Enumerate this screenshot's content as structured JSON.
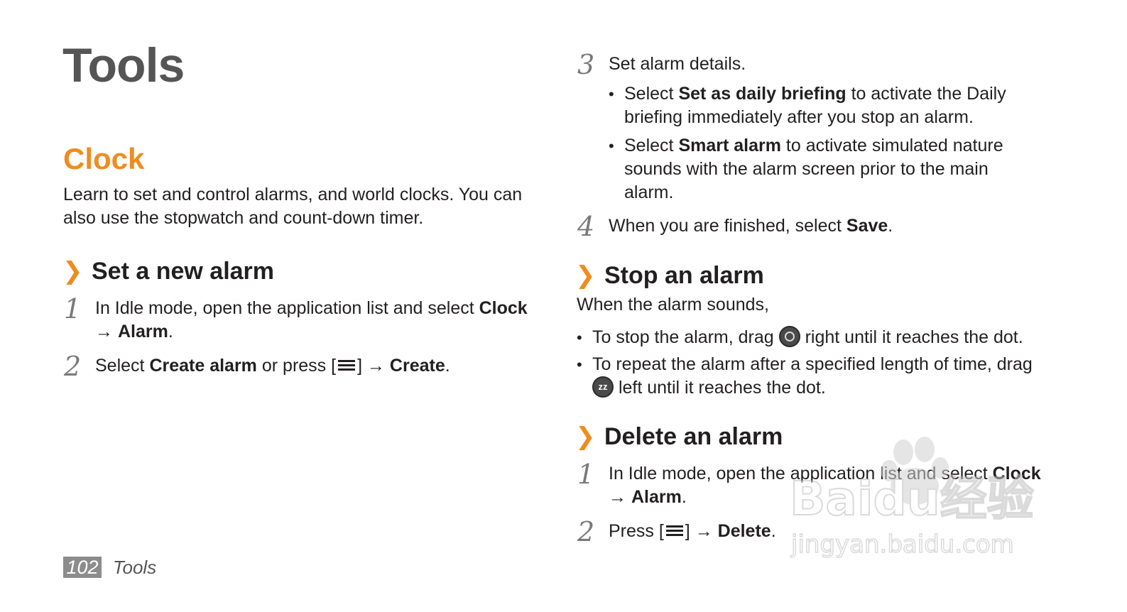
{
  "page_title": "Tools",
  "section_title": "Clock",
  "intro": "Learn to set and control alarms, and world clocks. You can also use the stopwatch and count-down timer.",
  "chevron": "❯",
  "set_alarm": {
    "title": "Set a new alarm",
    "step1": {
      "num": "1",
      "text": "In Idle mode, open the application list and select ",
      "b1": "Clock",
      "arrow": "→ ",
      "b2": "Alarm",
      "end": "."
    },
    "step2": {
      "num": "2",
      "t1": "Select ",
      "b1": "Create alarm",
      "t2": " or press [",
      "t3": "] → ",
      "b2": "Create",
      "end": "."
    },
    "step3": {
      "num": "3",
      "text": "Set alarm details."
    },
    "bullet1": {
      "t1": "Select ",
      "b1": "Set as daily briefing",
      "t2": " to activate the Daily briefing immediately after you stop an alarm."
    },
    "bullet2": {
      "t1": "Select ",
      "b1": "Smart alarm",
      "t2": " to activate simulated nature sounds with the alarm screen prior to the main alarm."
    },
    "step4": {
      "num": "4",
      "t1": "When you are finished, select ",
      "b1": "Save",
      "end": "."
    }
  },
  "stop_alarm": {
    "title": "Stop an alarm",
    "intro": "When the alarm sounds,",
    "bullet1": {
      "t1": "To stop the alarm, drag ",
      "t2": " right until it reaches the dot."
    },
    "bullet2": {
      "t1": "To repeat the alarm after a specified length of time, drag",
      "icon_text": "zz",
      "t2": " left until it reaches the dot."
    }
  },
  "delete_alarm": {
    "title": "Delete an alarm",
    "step1": {
      "num": "1",
      "text": "In Idle mode, open the application list and select ",
      "b1": "Clock",
      "arrow": "→ ",
      "b2": "Alarm",
      "end": "."
    },
    "step2": {
      "num": "2",
      "t1": "Press [",
      "t2": "] → ",
      "b1": "Delete",
      "end": "."
    }
  },
  "bullet_char": "•",
  "footer": {
    "page_number": "102",
    "section": "Tools"
  },
  "watermark": {
    "line1": "Baidu经验",
    "line2": "jingyan.baidu.com"
  },
  "colors": {
    "accent": "#ef8c1f",
    "title_gray": "#555555",
    "text": "#231f20",
    "step_number": "#7a7a7a"
  },
  "icons": [
    "chevron-right-icon",
    "menu-key-icon",
    "alarm-stop-icon",
    "snooze-icon",
    "baidu-paw-icon"
  ]
}
